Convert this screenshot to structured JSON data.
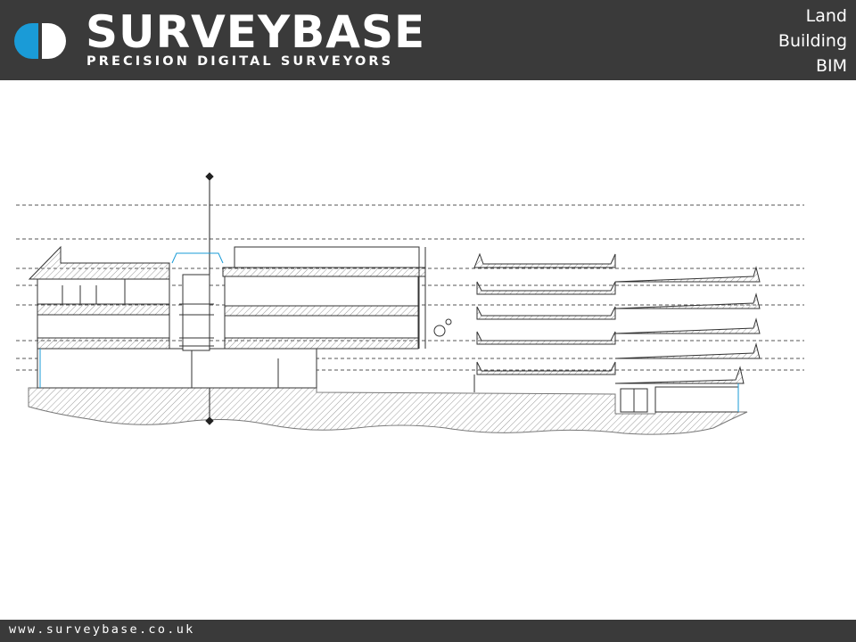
{
  "header": {
    "brand_name": "SURVEYBASE",
    "tagline": "PRECISION DIGITAL SURVEYORS",
    "logo_icon": "surveybase-logo-icon",
    "services": [
      "Land",
      "Building",
      "BIM"
    ]
  },
  "drawing": {
    "icon": "cad-section-drawing"
  },
  "footer": {
    "url": "www.surveybase.co.uk"
  },
  "colors": {
    "header_bg": "#3a3a3a",
    "brand_accent": "#1a9bd7",
    "text_light": "#ffffff",
    "page_bg": "#ffffff"
  }
}
